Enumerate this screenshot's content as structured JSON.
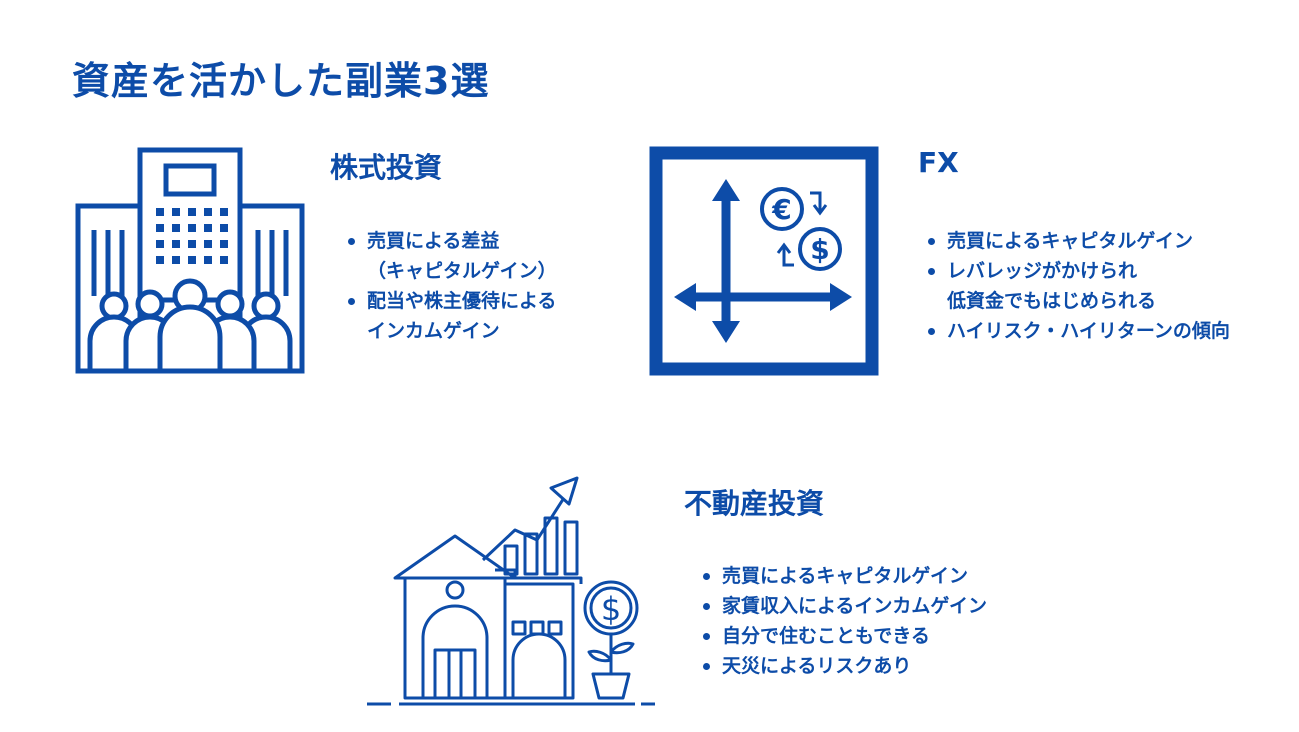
{
  "title": "資産を活かした副業3選",
  "colors": {
    "accent": "#0d4ca8",
    "background": "#ffffff"
  },
  "sections": [
    {
      "heading": "株式投資",
      "icon": "office-building-people-icon",
      "bullets": [
        "売買による差益",
        "（キャピタルゲイン）",
        "配当や株主優待による",
        "インカムゲイン"
      ]
    },
    {
      "heading": "FX",
      "icon": "currency-exchange-chart-icon",
      "bullets": [
        "売買によるキャピタルゲイン",
        "レバレッジがかけられ",
        "低資金でもはじめられる",
        "ハイリスク・ハイリターンの傾向"
      ]
    },
    {
      "heading": "不動産投資",
      "icon": "house-growth-coin-icon",
      "bullets": [
        "売買によるキャピタルゲイン",
        "家賃収入によるインカムゲイン",
        "自分で住むこともできる",
        "天災によるリスクあり"
      ]
    }
  ]
}
